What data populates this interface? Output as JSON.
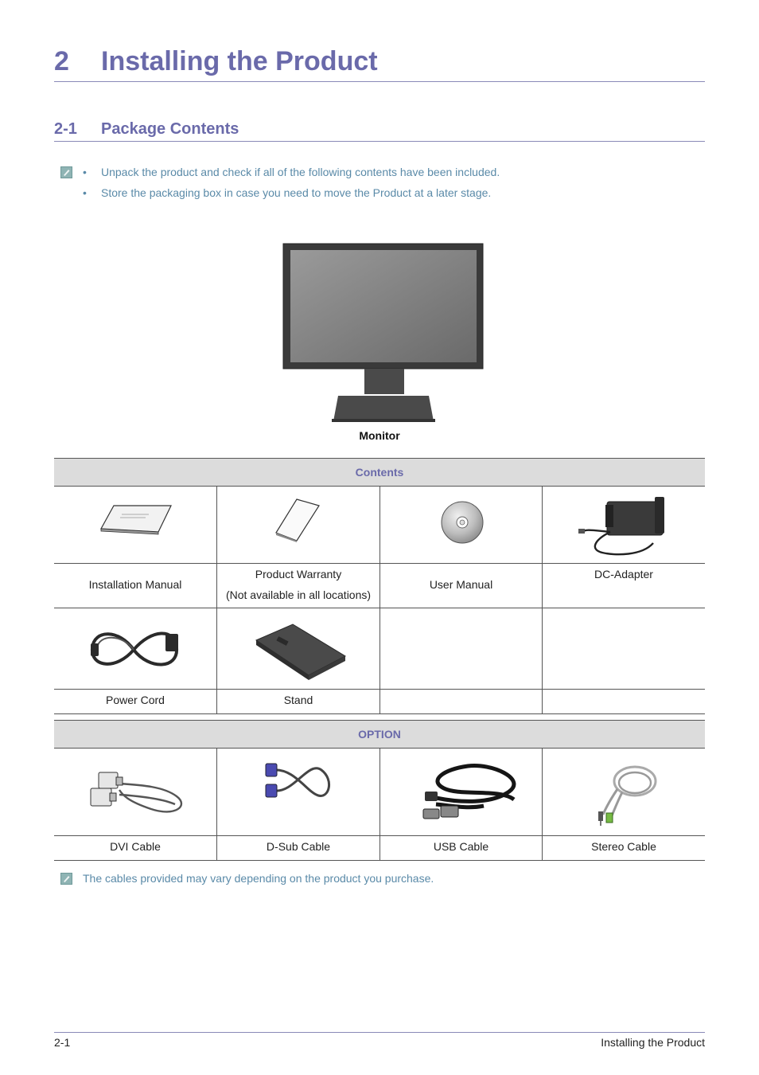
{
  "chapter": {
    "number": "2",
    "title": "Installing the Product"
  },
  "section": {
    "number": "2-1",
    "title": "Package Contents"
  },
  "notes": {
    "items": [
      "Unpack the product and check if all of the following contents have been included.",
      "Store the packaging box in case you need to move the Product at a later stage."
    ],
    "bullet": "•"
  },
  "monitor": {
    "label": "Monitor"
  },
  "contents": {
    "header": "Contents",
    "row1": [
      {
        "label": "Installation Manual"
      },
      {
        "label": "Product Warranty",
        "sublabel": "(Not available in all locations)"
      },
      {
        "label": "User Manual"
      },
      {
        "label": "DC-Adapter"
      }
    ],
    "row2": [
      {
        "label": "Power Cord"
      },
      {
        "label": "Stand"
      }
    ]
  },
  "option": {
    "header": "OPTION",
    "row": [
      {
        "label": "DVI Cable"
      },
      {
        "label": "D-Sub Cable"
      },
      {
        "label": "USB Cable"
      },
      {
        "label": "Stereo Cable"
      }
    ]
  },
  "footnote": "The cables provided may vary depending on the product you purchase.",
  "footer": {
    "page": "2-1",
    "title": "Installing the Product"
  },
  "colors": {
    "heading": "#6a6aaa",
    "note_text": "#5a8aa8",
    "band": "#dcdcdc"
  },
  "icons": [
    "note-icon",
    "monitor-image",
    "manual-image",
    "warranty-image",
    "cd-image",
    "adapter-image",
    "power-cord-image",
    "stand-image",
    "dvi-cable-image",
    "dsub-cable-image",
    "usb-cable-image",
    "stereo-cable-image"
  ]
}
